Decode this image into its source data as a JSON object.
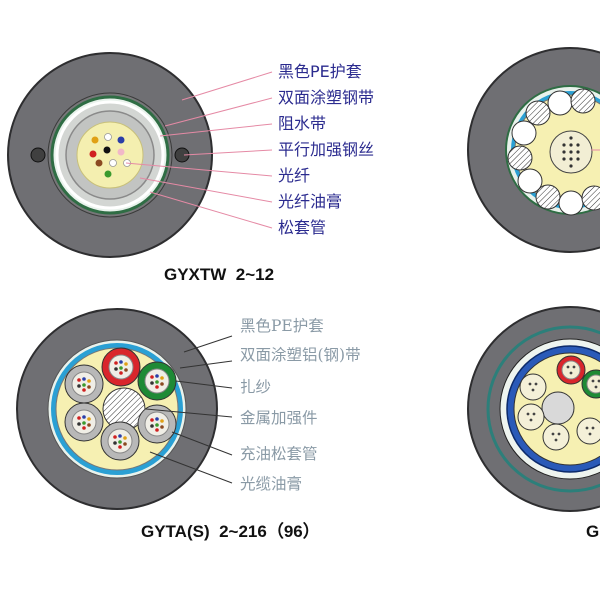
{
  "diagram1": {
    "labels": [
      "黑色PE护套",
      "双面涂塑钢带",
      "阻水带",
      "平行加强钢丝",
      "光纤",
      "光纤油膏",
      "松套管"
    ],
    "caption": "GYXTW  2~12"
  },
  "diagram2": {
    "labels": [
      "黑色PE护套",
      "双面涂塑铝(钢)带",
      "扎纱",
      "金属加强件",
      "充油松套管",
      "光缆油膏"
    ],
    "caption": "GYTA(S)  2~216（96）"
  },
  "diagram4": {
    "caption": "G"
  },
  "colors": {
    "label_blue": "#2b2b8f",
    "label_gray": "#8a9aa6",
    "leader_pink": "#e58aa5",
    "jacket": "#6f6f73",
    "tape_blue": "#2aa0d4",
    "gel_yellow": "#f6f0b2",
    "tube_red": "#d9262c",
    "tube_green": "#1e8a35"
  }
}
